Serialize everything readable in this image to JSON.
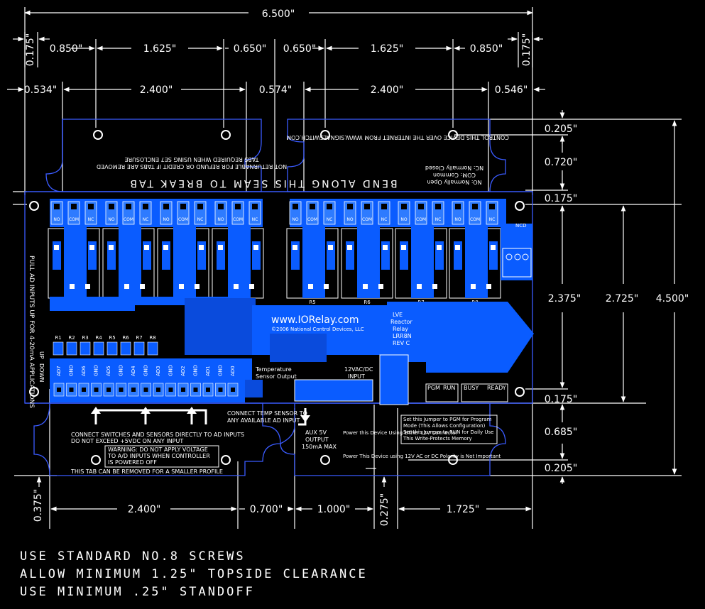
{
  "dimensions": {
    "overall_width": "6.500\"",
    "top_row_1": [
      "0.850\"",
      "1.625\"",
      "0.650\"",
      "0.650\"",
      "1.625\"",
      "0.850\""
    ],
    "top_row_2": [
      "0.534\"",
      "2.400\"",
      "0.574\"",
      "2.400\"",
      "0.546\""
    ],
    "left_vertical": "0.175\"",
    "right_vertical_top": "0.175\"",
    "right_column": [
      "0.205\"",
      "0.720\"",
      "0.175\"",
      "2.375\"",
      "0.175\"",
      "0.685\"",
      "0.205\""
    ],
    "right_total_1": "2.725\"",
    "right_total_2": "4.500\"",
    "bottom_row": [
      "2.400\"",
      "0.700\"",
      "1.000\"",
      "1.725\""
    ],
    "bottom_left_vertical": "0.375\"",
    "bottom_mid_vertical": "0.275\""
  },
  "board": {
    "bend_text": "BEND ALONG THIS SEAM TO BREAK TAB",
    "tab_note_1": "NOT RETURNABLE FOR REFUND OR CREDIT IF TABS ARE REMOVED",
    "tab_note_2": "TABS REQUIRED WHEN USING SE7 ENCLOSURE",
    "control_note": "CONTROL THIS DEVICE OVER THE INTERNET FROM WWW.SIGNALSWITCH.COM",
    "contact_legend": [
      "NO: Normally Open",
      "COM: Common",
      "NC: Normally Closed"
    ],
    "brand": "www.IORelay.com",
    "copyright": "©2006 National Control Devices, LLC",
    "product": [
      "LVE",
      "Reactor",
      "Relay",
      "LRR8N",
      "REV C"
    ],
    "relay_labels": [
      "R8",
      "R7",
      "R6",
      "R5",
      "R4",
      "R3",
      "R2",
      "R1"
    ],
    "contact_labels": [
      "NO",
      "COM",
      "NC"
    ],
    "ad_labels": [
      "AD7",
      "GND",
      "AD6",
      "GND",
      "AD5",
      "GND",
      "AD4",
      "GND",
      "AD3",
      "GND",
      "AD2",
      "GND",
      "AD1",
      "GND",
      "AD0"
    ],
    "pull_inputs": "PULL AD INPUTS UP FOR 4-20mA APPLICATIONS",
    "up_down": [
      "UP",
      "DOWN"
    ],
    "temp_sensor": [
      "Temperature",
      "Sensor Output"
    ],
    "power_input": [
      "12VAC/DC",
      "INPUT"
    ],
    "aux": [
      "AUX 5V",
      "OUTPUT",
      "150mA MAX"
    ],
    "power_note_1": "Power this Device Using Either 12V Connector",
    "power_note_2": "Power This Device using 12V AC or DC Polarity is Not Important",
    "connect_temp": [
      "CONNECT TEMP SENSOR TO",
      "ANY AVAILABLE AD INPUT"
    ],
    "connect_switches": [
      "CONNECT SWITCHES AND SENSORS DIRECTLY TO AD INPUTS",
      "DO NOT EXCEED +5VDC ON ANY INPUT"
    ],
    "warning": [
      "WARNING: DO NOT APPLY VOLTAGE",
      "TO A/D INPUTS WHEN CONTROLLER",
      "IS POWERED OFF"
    ],
    "removable_tab": "THIS TAB CAN BE REMOVED FOR A SMALLER PROFILE",
    "jumper_note": [
      "Set this Jumper to PGM for Program",
      "Mode (This Allows Configuration)",
      "Set this Jumper to RUN for Daily Use",
      "This Write-Protects Memory"
    ],
    "pgm_run": [
      "PGM",
      "RUN"
    ],
    "busy_ready": [
      "BUSY",
      "READY"
    ],
    "ncd": "NCD"
  },
  "notes": [
    "USE STANDARD NO.8 SCREWS",
    "ALLOW MINIMUM 1.25\" TOPSIDE CLEARANCE",
    "USE MINIMUM .25\" STANDOFF"
  ],
  "colors": {
    "background": "#000000",
    "outline": "#3a5bff",
    "copper": "#0a5cff",
    "copper_light": "#2e7bff",
    "dimension": "#ffffff"
  }
}
